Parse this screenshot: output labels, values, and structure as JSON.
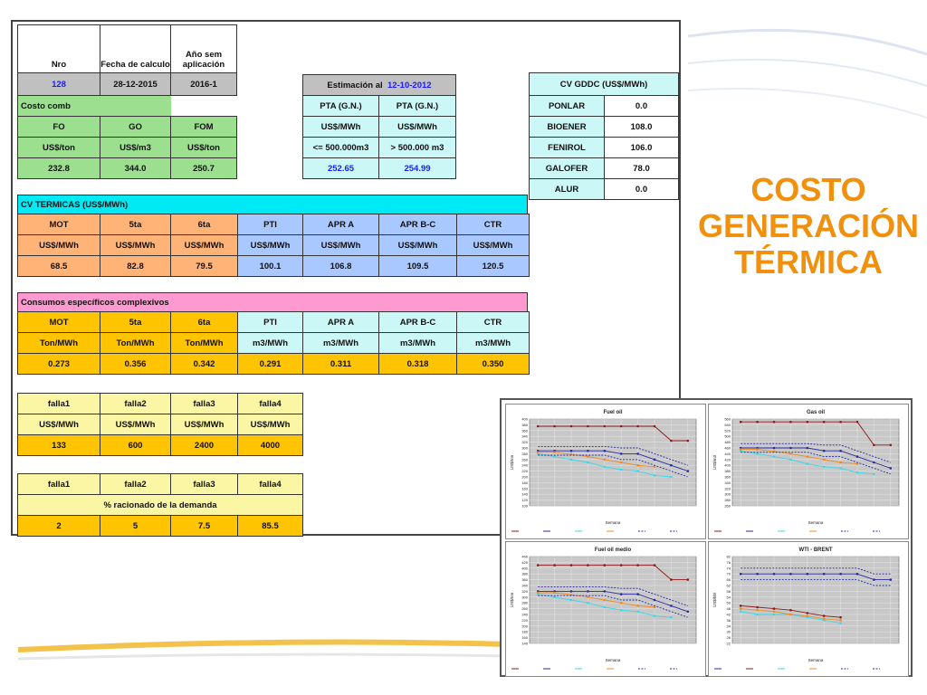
{
  "title": {
    "lines": [
      "COSTO",
      "GENERACIÓN",
      "TÉRMICA"
    ]
  },
  "header": {
    "nro_label": "Nro",
    "fecha_label": "Fecha de calculo",
    "ano_label": "Año sem aplicación",
    "nro": "128",
    "fecha": "28-12-2015",
    "ano": "2016-1"
  },
  "estimacion": {
    "label": "Estimación al",
    "date": "12-10-2012",
    "col1": "PTA (G.N.)",
    "col2": "PTA (G.N.)",
    "unit1": "US$/MWh",
    "unit2": "US$/MWh",
    "range1": "<= 500.000m3",
    "range2": "> 500.000 m3",
    "val1": "252.65",
    "val2": "254.99"
  },
  "costo_comb": {
    "label": "Costo comb",
    "cols": [
      "FO",
      "GO",
      "FOM"
    ],
    "units": [
      "US$/ton",
      "US$/m3",
      "US$/ton"
    ],
    "values": [
      "232.8",
      "344.0",
      "250.7"
    ]
  },
  "cv_gddc": {
    "title": "CV GDDC (US$/MWh)",
    "rows": [
      {
        "name": "PONLAR",
        "value": "0.0"
      },
      {
        "name": "BIOENER",
        "value": "108.0"
      },
      {
        "name": "FENIROL",
        "value": "106.0"
      },
      {
        "name": "GALOFER",
        "value": "78.0"
      },
      {
        "name": "ALUR",
        "value": "0.0"
      }
    ]
  },
  "cv_termicas": {
    "title": "CV TERMICAS (US$/MWh)",
    "cols": [
      "MOT",
      "5ta",
      "6ta",
      "PTI",
      "APR A",
      "APR B-C",
      "CTR"
    ],
    "units": [
      "US$/MWh",
      "US$/MWh",
      "US$/MWh",
      "US$/MWh",
      "US$/MWh",
      "US$/MWh",
      "US$/MWh"
    ],
    "values": [
      "68.5",
      "82.8",
      "79.5",
      "100.1",
      "106.8",
      "109.5",
      "120.5"
    ]
  },
  "consumos": {
    "title": "Consumos específicos complexivos",
    "cols": [
      "MOT",
      "5ta",
      "6ta",
      "PTI",
      "APR A",
      "APR B-C",
      "CTR"
    ],
    "units": [
      "Ton/MWh",
      "Ton/MWh",
      "Ton/MWh",
      "m3/MWh",
      "m3/MWh",
      "m3/MWh",
      "m3/MWh"
    ],
    "values": [
      "0.273",
      "0.356",
      "0.342",
      "0.291",
      "0.311",
      "0.318",
      "0.350"
    ]
  },
  "falla": {
    "cols": [
      "falla1",
      "falla2",
      "falla3",
      "falla4"
    ],
    "units": [
      "US$/MWh",
      "US$/MWh",
      "US$/MWh",
      "US$/MWh"
    ],
    "values": [
      "133",
      "600",
      "2400",
      "4000"
    ]
  },
  "racionado": {
    "cols": [
      "falla1",
      "falla2",
      "falla3",
      "falla4"
    ],
    "label": "% racionado de la demanda",
    "values": [
      "2",
      "5",
      "7.5",
      "85.5"
    ]
  },
  "chart_data": [
    {
      "type": "line",
      "title": "Fuel oil",
      "xlabel": "Semana",
      "ylabel": "US$/ton",
      "yticks": [
        "400",
        "380",
        "360",
        "340",
        "320",
        "300",
        "280",
        "260",
        "240",
        "220",
        "200",
        "180",
        "160",
        "140",
        "120",
        "100"
      ],
      "ylim": [
        100,
        400
      ],
      "grid": true,
      "series": [
        {
          "color": "#8b1a1a",
          "values": [
            375,
            375,
            375,
            375,
            375,
            375,
            375,
            375,
            325,
            325
          ]
        },
        {
          "color": "#2a2aa0",
          "values": [
            290,
            290,
            290,
            290,
            290,
            280,
            280,
            260,
            240,
            220
          ]
        },
        {
          "color": "#39d8e8",
          "values": [
            280,
            270,
            260,
            250,
            235,
            225,
            220,
            205,
            200
          ]
        },
        {
          "color": "#f08a20",
          "values": [
            285,
            285,
            278,
            270,
            260,
            250,
            240,
            235
          ]
        },
        {
          "color": "#2a2aa0",
          "dashed": true,
          "values": [
            305,
            305,
            305,
            305,
            305,
            300,
            300,
            280,
            260,
            240
          ]
        },
        {
          "color": "#2a2aa0",
          "dashed": true,
          "values": [
            275,
            275,
            275,
            275,
            275,
            260,
            260,
            240,
            220,
            200
          ]
        }
      ]
    },
    {
      "type": "line",
      "title": "Gas oil",
      "xlabel": "Semana",
      "ylabel": "US$/m3",
      "yticks": [
        "560",
        "540",
        "520",
        "500",
        "480",
        "460",
        "440",
        "420",
        "400",
        "380",
        "360",
        "340",
        "320",
        "300",
        "280",
        "260"
      ],
      "ylim": [
        260,
        560
      ],
      "grid": true,
      "series": [
        {
          "color": "#8b1a1a",
          "values": [
            550,
            550,
            550,
            550,
            550,
            550,
            550,
            550,
            470,
            470
          ]
        },
        {
          "color": "#2a2aa0",
          "values": [
            460,
            460,
            460,
            460,
            460,
            450,
            450,
            430,
            410,
            390
          ]
        },
        {
          "color": "#39d8e8",
          "values": [
            450,
            440,
            430,
            420,
            405,
            395,
            390,
            375,
            370
          ]
        },
        {
          "color": "#f08a20",
          "values": [
            455,
            455,
            448,
            440,
            430,
            420,
            410,
            405
          ]
        },
        {
          "color": "#2a2aa0",
          "dashed": true,
          "values": [
            475,
            475,
            475,
            475,
            475,
            470,
            470,
            450,
            430,
            410
          ]
        },
        {
          "color": "#2a2aa0",
          "dashed": true,
          "values": [
            445,
            445,
            445,
            445,
            445,
            430,
            430,
            410,
            390,
            370
          ]
        }
      ]
    },
    {
      "type": "line",
      "title": "Fuel oil medio",
      "xlabel": "Semana",
      "ylabel": "US$/ton",
      "yticks": [
        "440",
        "420",
        "400",
        "380",
        "360",
        "340",
        "320",
        "300",
        "280",
        "260",
        "240",
        "220",
        "200",
        "180",
        "160",
        "140"
      ],
      "ylim": [
        140,
        440
      ],
      "grid": true,
      "series": [
        {
          "color": "#8b1a1a",
          "values": [
            410,
            410,
            410,
            410,
            410,
            410,
            410,
            410,
            360,
            360
          ]
        },
        {
          "color": "#2a2aa0",
          "values": [
            320,
            320,
            320,
            320,
            320,
            310,
            310,
            290,
            270,
            250
          ]
        },
        {
          "color": "#39d8e8",
          "values": [
            310,
            300,
            290,
            280,
            265,
            255,
            250,
            235,
            230
          ]
        },
        {
          "color": "#f08a20",
          "values": [
            315,
            315,
            308,
            300,
            290,
            280,
            270,
            265
          ]
        },
        {
          "color": "#2a2aa0",
          "dashed": true,
          "values": [
            335,
            335,
            335,
            335,
            335,
            330,
            330,
            310,
            290,
            270
          ]
        },
        {
          "color": "#2a2aa0",
          "dashed": true,
          "values": [
            305,
            305,
            305,
            305,
            305,
            290,
            290,
            270,
            250,
            230
          ]
        }
      ]
    },
    {
      "type": "line",
      "title": "WTI - BRENT",
      "xlabel": "Semana",
      "ylabel": "US$/bbl",
      "yticks": [
        "82",
        "78",
        "74",
        "70",
        "66",
        "62",
        "58",
        "54",
        "50",
        "46",
        "42",
        "38",
        "34",
        "30",
        "26",
        "22"
      ],
      "ylim": [
        22,
        82
      ],
      "grid": true,
      "series": [
        {
          "color": "#2a2aa0",
          "values": [
            70,
            70,
            70,
            70,
            70,
            70,
            70,
            70,
            66,
            66
          ]
        },
        {
          "color": "#8b1a1a",
          "values": [
            48,
            47,
            46,
            45,
            43,
            41,
            40
          ]
        },
        {
          "color": "#39d8e8",
          "values": [
            44,
            42,
            42,
            42,
            40,
            38,
            36
          ]
        },
        {
          "color": "#f08a20",
          "values": [
            46,
            45,
            44,
            42,
            41,
            39,
            38
          ]
        },
        {
          "color": "#2a2aa0",
          "dashed": true,
          "values": [
            74,
            74,
            74,
            74,
            74,
            74,
            74,
            74,
            70,
            70
          ]
        },
        {
          "color": "#2a2aa0",
          "dashed": true,
          "values": [
            66,
            66,
            66,
            66,
            66,
            66,
            66,
            66,
            62,
            62
          ]
        }
      ]
    }
  ]
}
